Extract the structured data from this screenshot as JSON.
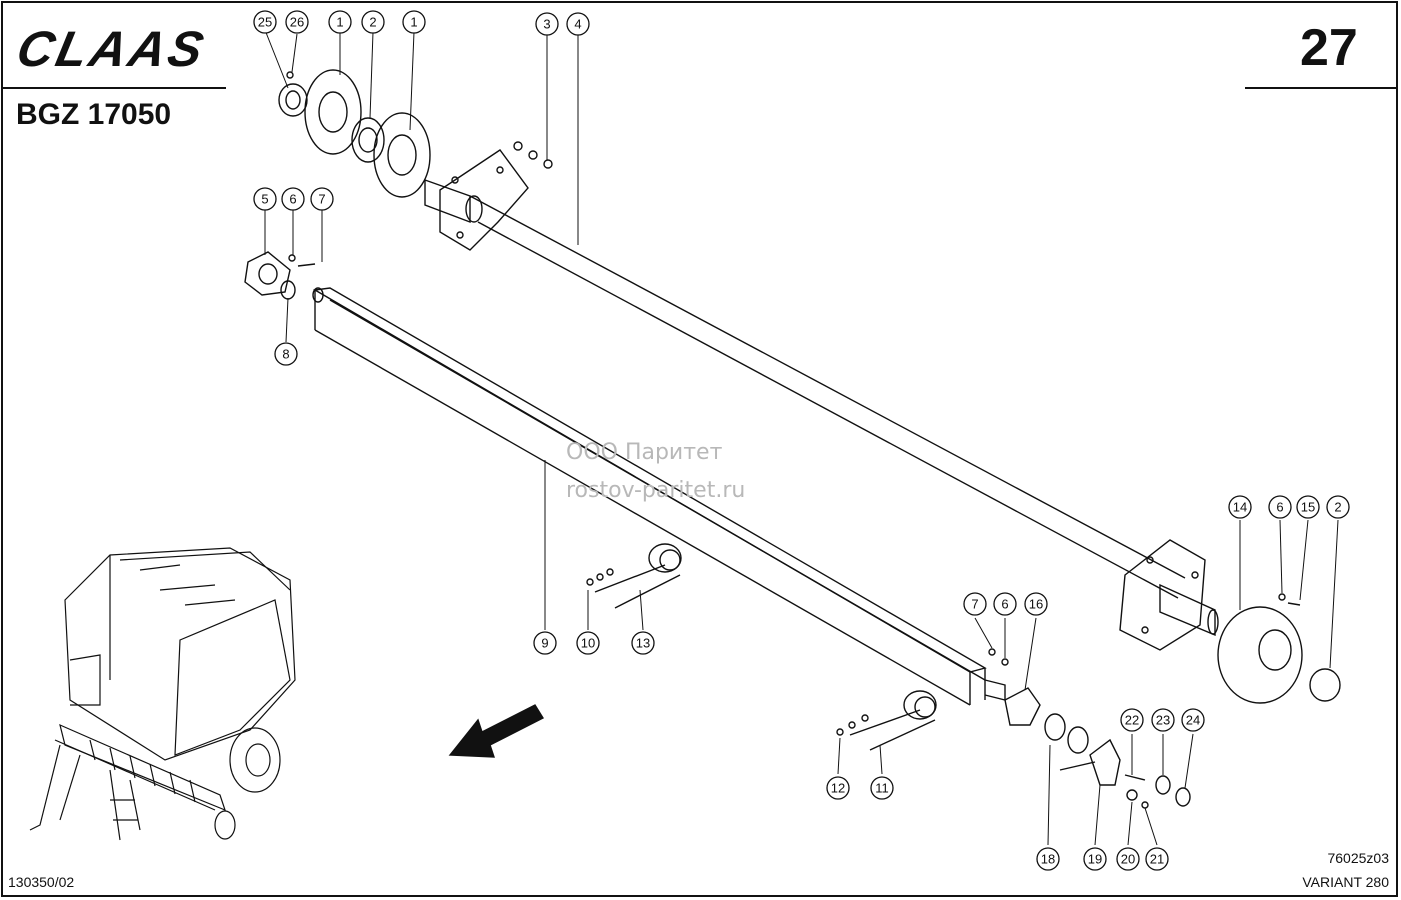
{
  "header": {
    "logo": "CLAAS",
    "model": "BGZ 17050",
    "page_number": "27"
  },
  "footer": {
    "ref_code": "130350/02",
    "drawing_no": "76025z03",
    "variant": "VARIANT 280"
  },
  "watermark": {
    "line1": "ООО Паритет",
    "line2": "rostov-paritet.ru"
  },
  "callouts": [
    "25",
    "26",
    "1",
    "2",
    "1",
    "3",
    "4",
    "5",
    "6",
    "7",
    "8",
    "9",
    "10",
    "13",
    "14",
    "6",
    "15",
    "2",
    "7",
    "6",
    "16",
    "22",
    "23",
    "24",
    "12",
    "11",
    "18",
    "19",
    "20",
    "21"
  ]
}
